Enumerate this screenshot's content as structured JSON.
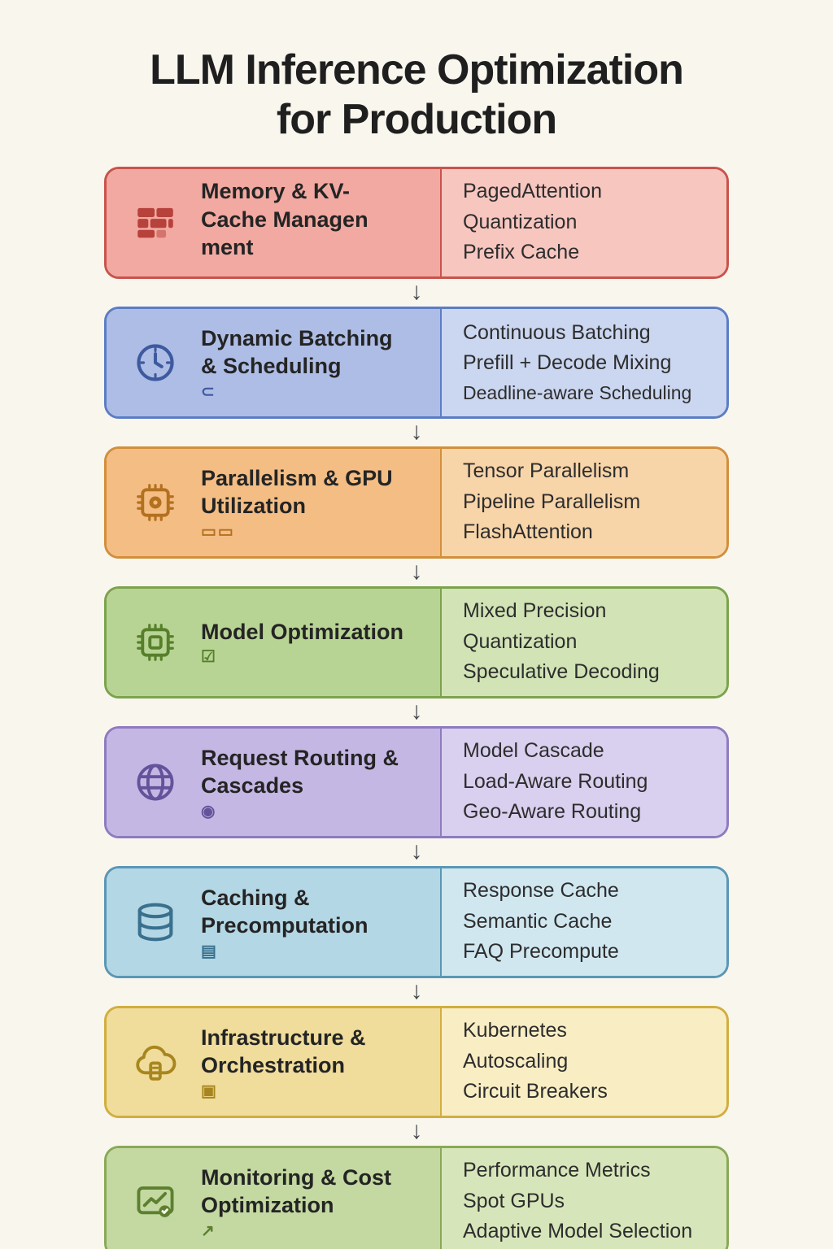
{
  "page": {
    "title_line1": "LLM Inference Optimization",
    "title_line2": "for Production",
    "background": "#f9f6ee",
    "arrow": "↓"
  },
  "rows": [
    {
      "title": "Memory & KV-Cache Managen ment",
      "icon": "memory-bricks-icon",
      "sub_icon": "",
      "items": [
        "PagedAttention",
        "Quantization",
        "Prefix Cache"
      ],
      "colors": {
        "border": "#c9534c",
        "left": "#f1a9a1",
        "right": "#f6c6bf",
        "icon": "#b6423b"
      }
    },
    {
      "title": "Dynamic Batching & Scheduling",
      "icon": "clock-icon",
      "sub_icon": "⊂",
      "items": [
        "Continuous Batching",
        "Prefill + Decode Mixing",
        "Deadline-aware Scheduling"
      ],
      "colors": {
        "border": "#5b7dc4",
        "left": "#aebde6",
        "right": "#cbd6f0",
        "icon": "#3e5a9e"
      }
    },
    {
      "title": "Parallelism & GPU Utilization",
      "icon": "gpu-chip-icon",
      "sub_icon": "▭▭",
      "items": [
        "Tensor Parallelism",
        "Pipeline Parallelism",
        "FlashAttention"
      ],
      "colors": {
        "border": "#d28f3c",
        "left": "#f3bd84",
        "right": "#f8d5a9",
        "icon": "#b3701f"
      }
    },
    {
      "title": "Model Optimization",
      "icon": "cpu-chip-icon",
      "sub_icon": "☑",
      "items": [
        "Mixed Precision",
        "Quantization",
        "Speculative Decoding"
      ],
      "colors": {
        "border": "#7ba34c",
        "left": "#b8d494",
        "right": "#d2e4b6",
        "icon": "#567f2b"
      }
    },
    {
      "title": "Request Routing & Cascades",
      "icon": "globe-icon",
      "sub_icon": "◉",
      "items": [
        "Model Cascade",
        "Load-Aware Routing",
        "Geo-Aware Routing"
      ],
      "colors": {
        "border": "#8e7bc0",
        "left": "#c5b7e4",
        "right": "#d9cfee",
        "icon": "#63539a"
      }
    },
    {
      "title": "Caching & Precomputation",
      "icon": "database-icon",
      "sub_icon": "▤",
      "items": [
        "Response Cache",
        "Semantic Cache",
        "FAQ Precompute"
      ],
      "colors": {
        "border": "#5a97b5",
        "left": "#b4d7e5",
        "right": "#d0e7f0",
        "icon": "#39708e"
      }
    },
    {
      "title": "Infrastructure & Orchestration",
      "icon": "cloud-icon",
      "sub_icon": "▣",
      "items": [
        "Kubernetes",
        "Autoscaling",
        "Circuit Breakers"
      ],
      "colors": {
        "border": "#d1ae3f",
        "left": "#f0dc9b",
        "right": "#f8edc3",
        "icon": "#a8861f"
      }
    },
    {
      "title": "Monitoring & Cost Optimization",
      "icon": "monitor-chart-icon",
      "sub_icon": "↗",
      "items": [
        "Performance Metrics",
        "Spot GPUs",
        "Adaptive Model Selection"
      ],
      "colors": {
        "border": "#8aa957",
        "left": "#c3d9a1",
        "right": "#d7e6ba",
        "icon": "#5d7f2f"
      }
    }
  ]
}
